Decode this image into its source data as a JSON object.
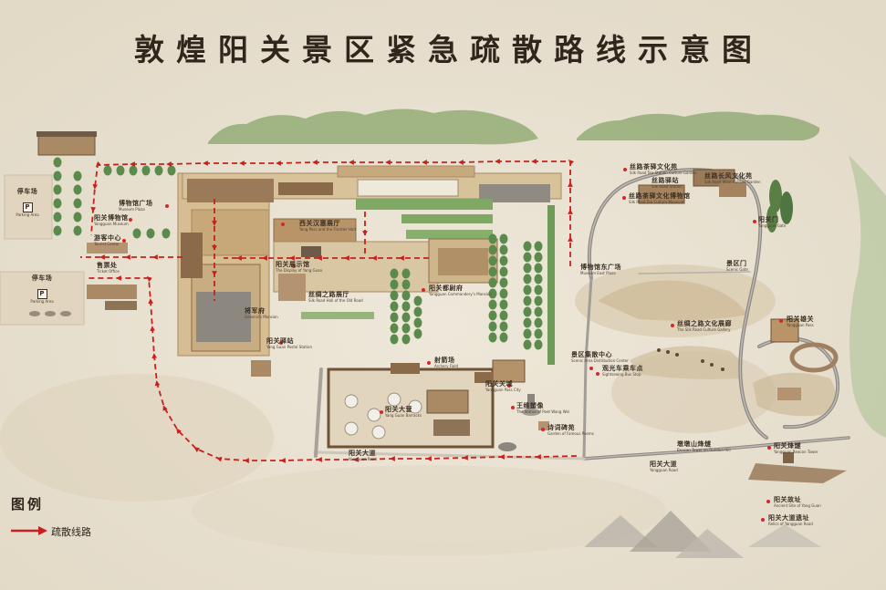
{
  "title": "敦煌阳关景区紧急疏散路线示意图",
  "legend": {
    "heading": "图例",
    "route_label": "疏散线路"
  },
  "colors": {
    "route": "#c8201d",
    "road": "#8e8a84",
    "background": "#ebe4d5",
    "vegetation": "#5b8b4c"
  },
  "icons": {
    "parking": "parking-sign-icon",
    "route_arrow": "red-arrow-icon",
    "location": "red-dot-icon"
  },
  "places": [
    {
      "cn": "停车场",
      "en": "Parking Area",
      "sign": "P"
    },
    {
      "cn": "停车场",
      "en": "Parking Area",
      "sign": "P"
    },
    {
      "cn": "博物馆广场",
      "en": "Museum Plaza"
    },
    {
      "cn": "阳关博物馆",
      "en": "Yangguan Museum"
    },
    {
      "cn": "游客中心",
      "en": "Tourist Center"
    },
    {
      "cn": "售票处",
      "en": "Ticket Office"
    },
    {
      "cn": "西关汉塞展厅",
      "en": "Yang Pass and the Frontier Hall"
    },
    {
      "cn": "阳关展示馆",
      "en": "The Display of Yang Guan"
    },
    {
      "cn": "丝绸之路展厅",
      "en": "Silk Road Hall of the Old Road"
    },
    {
      "cn": "阳关都尉府",
      "en": "Yangguan Commandery's Mansion"
    },
    {
      "cn": "将军府",
      "en": "General's Mansion"
    },
    {
      "cn": "阳关驿站",
      "en": "Yang Guan Postal Station"
    },
    {
      "cn": "射箭场",
      "en": "Archery Field"
    },
    {
      "cn": "阳关大营",
      "en": "Yang Guan Barracks"
    },
    {
      "cn": "阳关大道",
      "en": "Yangguan Road"
    },
    {
      "cn": "阳关关城",
      "en": "Yangguan Pass City"
    },
    {
      "cn": "王维塑像",
      "en": "The Statue of Poet Wang Wei"
    },
    {
      "cn": "诗词碑苑",
      "en": "Garden of Famous Poems"
    },
    {
      "cn": "景区集散中心",
      "en": "Scenic Area Distribution Center"
    },
    {
      "cn": "观光车乘车点",
      "en": "Sightseeing Bus Stop"
    },
    {
      "cn": "博物馆东广场",
      "en": "Museum East Plaza"
    },
    {
      "cn": "丝路茶驿文化苑",
      "en": "Silk Road Tea Station Culture Garden"
    },
    {
      "cn": "丝路长风文化苑",
      "en": "Silk Road Wind Culture Garden"
    },
    {
      "cn": "丝路驿站",
      "en": "Silk Road Station"
    },
    {
      "cn": "丝路茶驿文化博物馆",
      "en": "Silk Road Tea Culture Museum"
    },
    {
      "cn": "阳关门",
      "en": "Yangguan Gate"
    },
    {
      "cn": "景区门",
      "en": "Scenic Gate"
    },
    {
      "cn": "丝绸之路文化展廊",
      "en": "The Silk Road Culture Gallery"
    },
    {
      "cn": "阳关雄关",
      "en": "Yangguan Pass"
    },
    {
      "cn": "阳关烽燧",
      "en": "Yangguan Beacon Tower"
    },
    {
      "cn": "墩墩山烽燧",
      "en": "Beacon Tower on Dundun Hill"
    },
    {
      "cn": "阳关大道",
      "en": "Yangguan Road"
    },
    {
      "cn": "阳关故址",
      "en": "Ancient Site of Yang Guan"
    },
    {
      "cn": "阳关大道遗址",
      "en": "Relics of Yangguan Road"
    }
  ]
}
